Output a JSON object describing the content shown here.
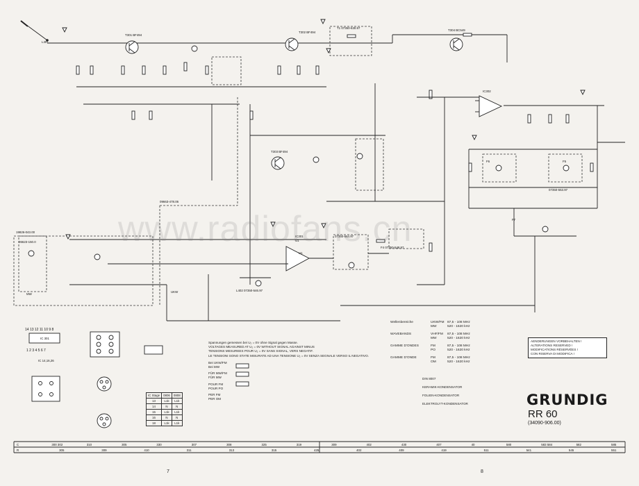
{
  "brand": {
    "name": "GRUNDIG",
    "model": "RR 60",
    "part_number": "(34090-906.00)"
  },
  "watermark": "www.radiofans.cn",
  "page_numbers": {
    "left": "7",
    "right": "8"
  },
  "notes": {
    "lines": [
      "AENDERUNGEN VORBEHALTEN !",
      "ALTERATIONS RESERVED !",
      "MODIFICATIONS RÉSERVÉES !",
      "CON RISERVA DI MODIFICA !"
    ]
  },
  "voltage_notes": [
    "Spannungen gemessen bei U₂ = 0V ohne Signal gegen Masse.",
    "VOLTAGES MEASURED AT U₂ = 0V WITHOUT SIGNAL AGAINST MINUS",
    "TENSIONS MESUREES POUR U₂ = 0V SANS SIGNAL, VERS NEGATIF.",
    "LE TENSIONI SONO STATE MISURATE AD UNA TENSIONE U₂ = 0V SENZA SEGNALE VERSO IL NEGATIVO."
  ],
  "switch_rows": [
    {
      "label": "Bei UKW/FM",
      "extra": "Bei MW"
    },
    {
      "label": "FÜR MW/FM",
      "extra": "FÜR MW"
    },
    {
      "label": "POUR FM",
      "extra": "POUR PO"
    },
    {
      "label": "PER FM",
      "extra": "PER OM"
    }
  ],
  "bands": [
    {
      "name": "Wellenbereiche",
      "codes": "UKW/FM\nMW",
      "ranges": "87,5 - 108 MHz\n520 - 1620 kHz"
    },
    {
      "name": "WAVEBANDS",
      "codes": "VHF/FM\nMW",
      "ranges": "87,5 - 108 MHz\n520 - 1620 kHz"
    },
    {
      "name": "GAMME D'ONDES",
      "codes": "FM\nPO",
      "ranges": "87,5 - 108 MHz\n520 - 1620 kHz"
    },
    {
      "name": "GAMME D'ONDE",
      "codes": "FM\nOM",
      "ranges": "87,5 - 108 MHz\n520 - 1620 kHz"
    }
  ],
  "legend": [
    {
      "symbol": "DIN 8007",
      "label": ""
    },
    {
      "symbol": "",
      "label": "KERAMIK-KONDENSATOR"
    },
    {
      "symbol": "",
      "label": "FOLIEN-KONDENSATOR"
    },
    {
      "symbol": "",
      "label": "ELEKTROLYT-KONDENSATOR"
    }
  ],
  "ic_pins": {
    "top": "14 13 12 11 10 9 8",
    "bottom": "1 2 3 4 5 6 7",
    "label": "IC 301",
    "sublabel": "IC 14,16,26"
  },
  "small_labels": {
    "ic301": "IC301",
    "ic301_type": "U1",
    "coil_l301": "L301",
    "stage_ti": "T1 07350-630.97",
    "stage_mod": "09663-478.06",
    "stage_fm": "19826-043.00",
    "stage_if": "07350-664.97",
    "stage_mw": "06623-150.0",
    "t301": "T301 BF494",
    "t302": "T302 BF494",
    "t303": "T303 BF494",
    "t304": "T304 BC549",
    "ic302": "IC302",
    "f4": "F4 07350-548.97",
    "l402": "L402 07350-546.97",
    "f6": "F6",
    "f7": "F7",
    "tr_f5": "F5",
    "filter_r": "07350-553.97",
    "u_out": "U1",
    "mw": "MW",
    "ukw": "UKW"
  },
  "pin_table": {
    "header": [
      "IC Stage",
      "0806",
      "0808"
    ],
    "rows": [
      [
        "13",
        "L1k",
        "L1k"
      ],
      [
        "14",
        "N",
        "N"
      ],
      [
        "15",
        "L1k",
        "L1k"
      ],
      [
        "16",
        "N",
        "N"
      ],
      [
        "18",
        "L1k",
        "L1k"
      ]
    ]
  },
  "ruler_row_c": [
    "C",
    "300 302",
    "310",
    "305",
    "330",
    "307",
    "308",
    "325",
    "319",
    "309",
    "402",
    "430",
    "407",
    "40",
    "580",
    "583 584",
    "582",
    "585"
  ],
  "ruler_row_r": [
    "R",
    "305",
    "309",
    "410",
    "311",
    "313",
    "315",
    "425",
    "402",
    "409",
    "419",
    "511",
    "541",
    "545",
    "551"
  ],
  "colors": {
    "background": "#f4f2ee",
    "ink": "#222222"
  }
}
